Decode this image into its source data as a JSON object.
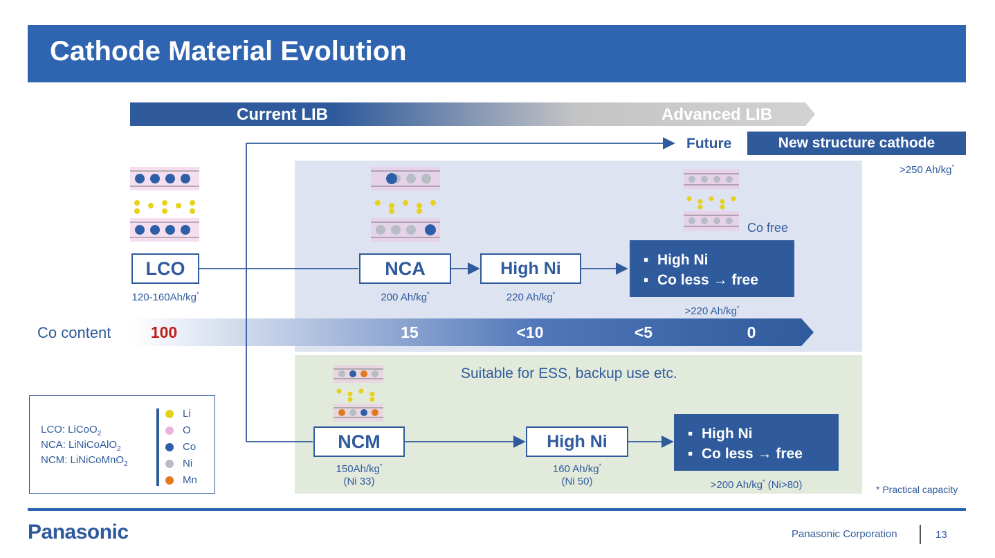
{
  "title": "Cathode Material Evolution",
  "timeline": {
    "current": "Current LIB",
    "advanced": "Advanced LIB"
  },
  "future": {
    "label": "Future",
    "box": "New structure cathode",
    "capacity": ">250 Ah/kg",
    "mark": "*"
  },
  "lco": {
    "label": "LCO",
    "capacity": "120-160Ah/kg"
  },
  "nca": {
    "label": "NCA",
    "capacity": "200 Ah/kg"
  },
  "high_ni_top": {
    "label": "High Ni",
    "capacity": "220 Ah/kg"
  },
  "co_free_label": "Co free",
  "top_final": {
    "line1": "High Ni",
    "line2": "Co less → free",
    "capacity": ">220 Ah/kg"
  },
  "co_content": {
    "label": "Co content",
    "values": [
      "100",
      "15",
      "<10",
      "<5",
      "0"
    ]
  },
  "ess_note": "Suitable for ESS, backup use etc.",
  "ncm": {
    "label": "NCM",
    "capacity": "150Ah/kg",
    "sub": "(Ni 33)"
  },
  "high_ni_bottom": {
    "label": "High Ni",
    "capacity": "160 Ah/kg",
    "sub": "(Ni 50)"
  },
  "bottom_final": {
    "line1": "High Ni",
    "line2": "Co less → free",
    "capacity": ">200 Ah/kg",
    "sub": "(Ni>80)"
  },
  "legend": {
    "lco": {
      "name": "LCO: LiCoO",
      "sub": "2"
    },
    "nca": {
      "name": "NCA: LiNiCoAlO",
      "sub": "2"
    },
    "ncm": {
      "name": "NCM: LiNiCoMnO",
      "sub": "2"
    },
    "elements": [
      {
        "label": "Li",
        "color": "#e6d21c"
      },
      {
        "label": "O",
        "color": "#e6b4dc"
      },
      {
        "label": "Co",
        "color": "#2d5fa8"
      },
      {
        "label": "Ni",
        "color": "#b8bcc4"
      },
      {
        "label": "Mn",
        "color": "#e07a1e"
      }
    ]
  },
  "asterisk": "*",
  "footnote": "* Practical capacity",
  "footer": {
    "brand": "Panasonic",
    "company": "Panasonic Corporation",
    "page": "13"
  },
  "colors": {
    "primary": "#2f64b0",
    "dark": "#2f5a9c",
    "red": "#c0201c"
  }
}
